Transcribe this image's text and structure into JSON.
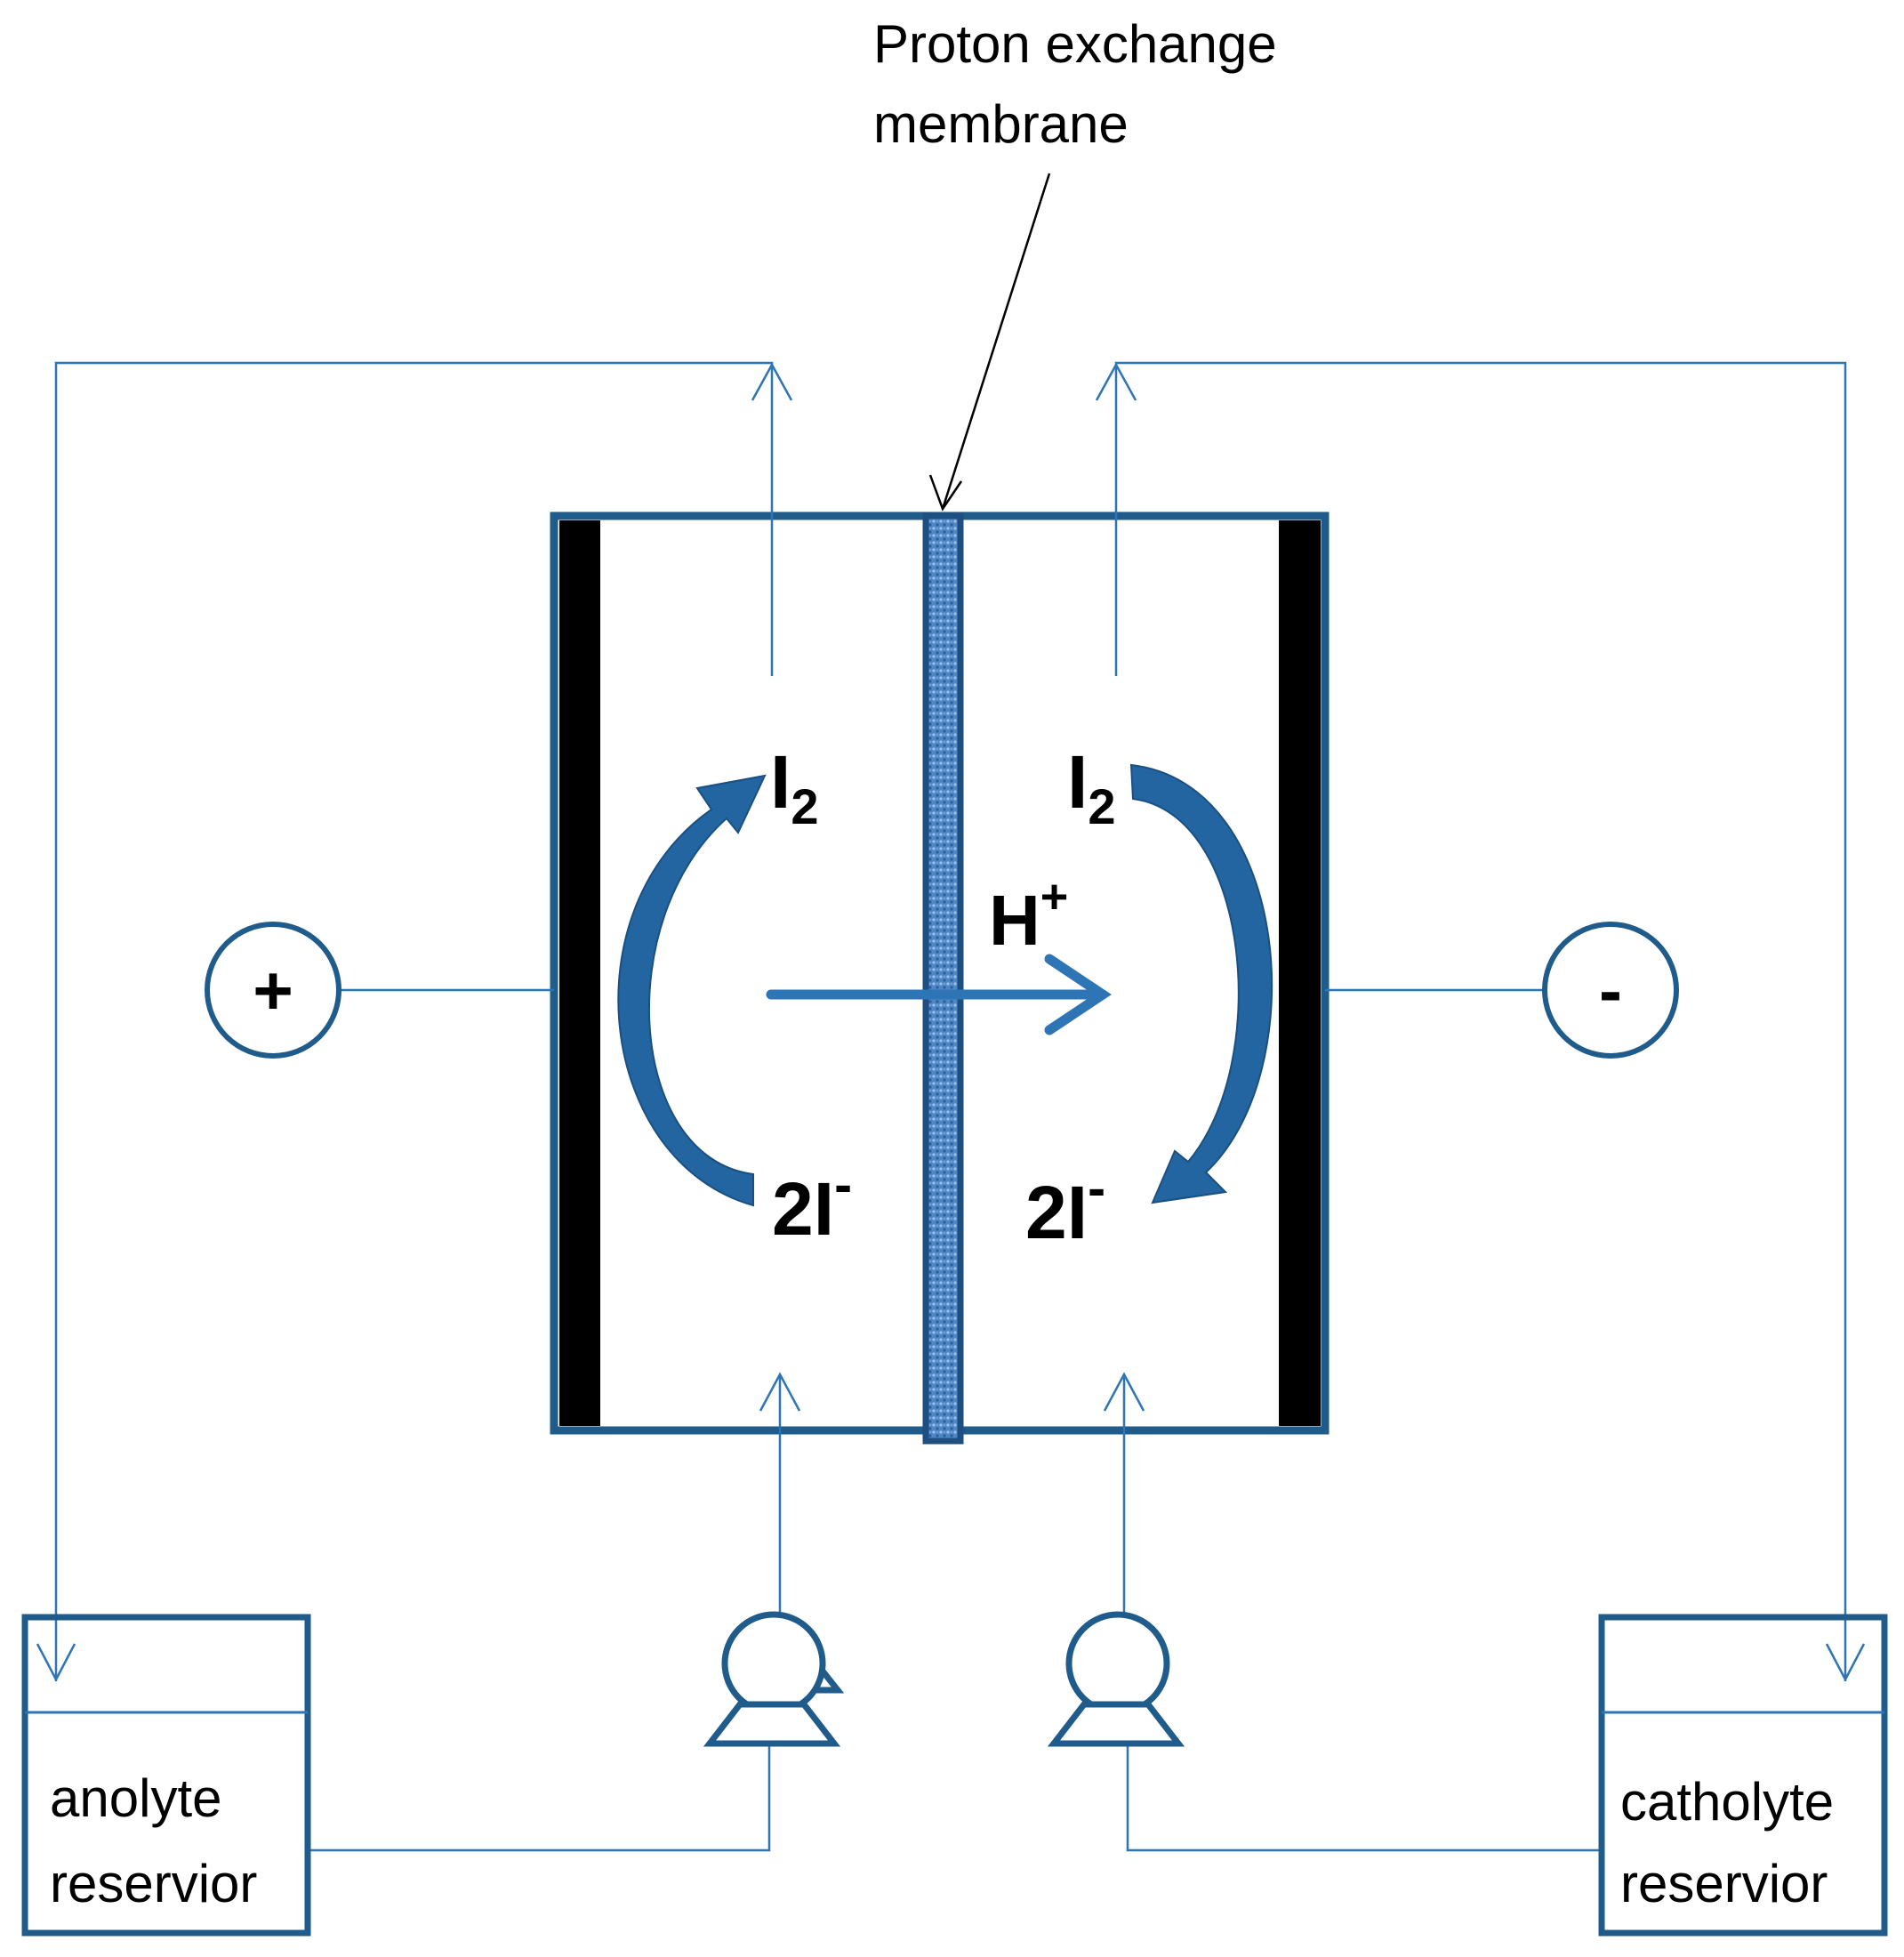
{
  "colors": {
    "line": "#2e75b6",
    "frame": "#1f5c8b",
    "electrode": "#000000",
    "arc": "#2365a0",
    "membrane": "#5b8fd0",
    "text": "#000000"
  },
  "membrane_label": {
    "line1": "Proton exchange",
    "line2": "membrane"
  },
  "species": {
    "left_top_base": "I",
    "left_top_sub": "2",
    "right_top_base": "I",
    "right_top_sub": "2",
    "left_bottom_base": "2I",
    "left_bottom_sup": "-",
    "right_bottom_base": "2I",
    "right_bottom_sup": "-",
    "proton_base": "H",
    "proton_sup": "+"
  },
  "terminals": {
    "positive": "+",
    "negative": "-"
  },
  "reservoirs": {
    "anolyte_line1": "anolyte",
    "anolyte_line2": "reservior",
    "catholyte_line1": "catholyte",
    "catholyte_line2": "reservior"
  },
  "icons": [
    "pump-icon",
    "arrow-icon"
  ]
}
